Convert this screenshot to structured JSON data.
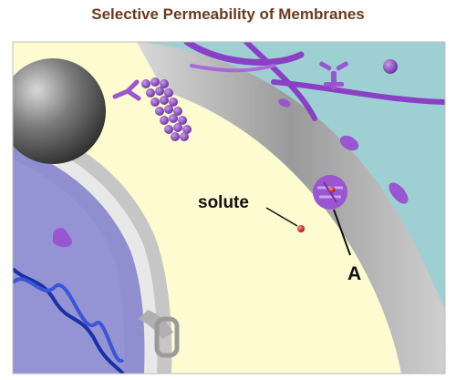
{
  "title": "Selective Permeability of Membranes",
  "labels": {
    "solute": "solute",
    "A": "A"
  }
}
